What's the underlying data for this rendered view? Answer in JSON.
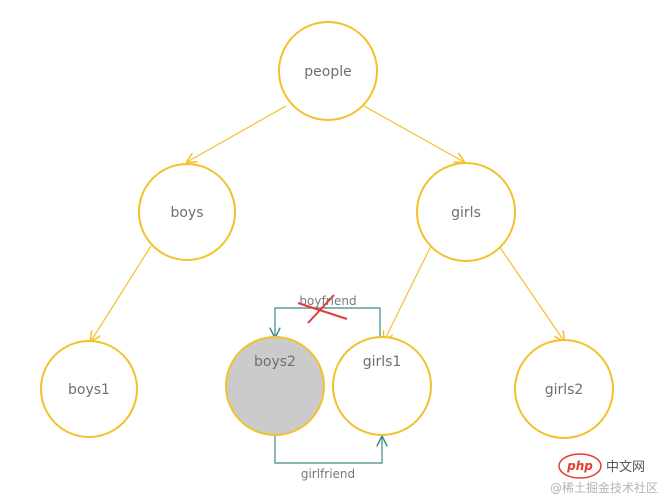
{
  "colors": {
    "node_stroke": "#f2c12b",
    "edge": "#f2c12b",
    "relation_edge": "#3b8c86",
    "cross_mark": "#e53935",
    "highlight_fill": "#cbcbcb",
    "label": "#6f6f6f"
  },
  "nodes": {
    "people": "people",
    "boys": "boys",
    "girls": "girls",
    "boys1": "boys1",
    "boys2": "boys2",
    "girls1": "girls1",
    "girls2": "girls2"
  },
  "relations": {
    "top_label": "boyfriend",
    "bottom_label": "girlfriend"
  },
  "watermark": {
    "logo": "php",
    "brand": "中文网",
    "credit": "@稀土掘金技术社区"
  }
}
